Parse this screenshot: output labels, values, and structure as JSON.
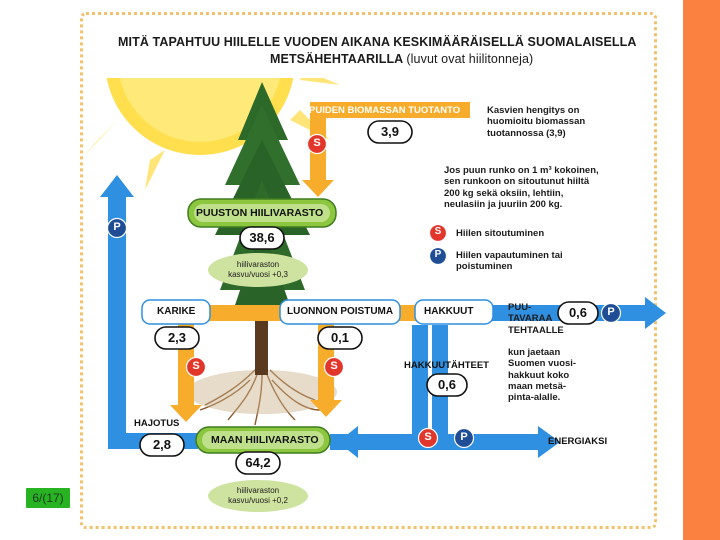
{
  "slide_number": "6/(17)",
  "title": {
    "line1": "MITÄ TAPAHTUU HIILELLE VUODEN AIKANA KESKIMÄÄRÄISELLÄ SUOMALAISELLA",
    "line2_bold": "METSÄHEHTAARILLA",
    "line2_unit": "(luvut ovat hiilitonneja)"
  },
  "biomass": {
    "label": "PUIDEN BIOMASSAN TUOTANTO",
    "value": "3,9",
    "note": [
      "Kasvien hengitys on",
      "huomioitu biomassan",
      "tuotannossa (3,9)"
    ]
  },
  "info_note": [
    "Jos puun runko on 1 m³ kokoinen,",
    "sen runkoon on sitoutunut hiiltä",
    "200 kg sekä oksiin, lehtiin,",
    "neulasiin ja juuriin 200 kg."
  ],
  "legend": {
    "s_letter": "S",
    "s_text": "Hiilen sitoutuminen",
    "p_letter": "P",
    "p_text": [
      "Hiilen vapautuminen tai",
      "poistuminen"
    ]
  },
  "tree_storage": {
    "label": "PUUSTON HIILIVARASTO",
    "value": "38,6",
    "growth": [
      "hiilivaraston",
      "kasvu/vuosi +0,3"
    ]
  },
  "soil_storage": {
    "label": "MAAN HIILIVARASTO",
    "value": "64,2",
    "growth": [
      "hiilivaraston",
      "kasvu/vuosi +0,2"
    ]
  },
  "karike": {
    "label": "KARIKE",
    "value": "2,3"
  },
  "natural_loss": {
    "label": "LUONNON POISTUMA",
    "value": "0,1"
  },
  "harvest": {
    "label": "HAKKUUT"
  },
  "timber": {
    "label": [
      "PUU-",
      "TAVARAA",
      "TEHTAALLE"
    ],
    "value": "0,6",
    "note": [
      "kun jaetaan",
      "Suomen vuosi-",
      "hakkuut koko",
      "maan metsä-",
      "pinta-alalle."
    ]
  },
  "residues": {
    "label": "HAKKUUTÄHTEET",
    "value": "0,6"
  },
  "decomposition": {
    "label": "HAJOTUS",
    "value": "2,8"
  },
  "energy": {
    "label": "ENERGIAKSI"
  },
  "colors": {
    "orange_bar": "#fb8140",
    "slide_badge": "#27b322",
    "blue_arrow": "#2f8fe0",
    "orange_arrow": "#f7ad2b",
    "green_box": "#8dc63f",
    "sun": "#ffd93a",
    "s_badge": "#e2362b",
    "p_badge": "#1f4e96",
    "growth_bubble": "#cfe3a0",
    "tree": "#2e6b2a"
  }
}
